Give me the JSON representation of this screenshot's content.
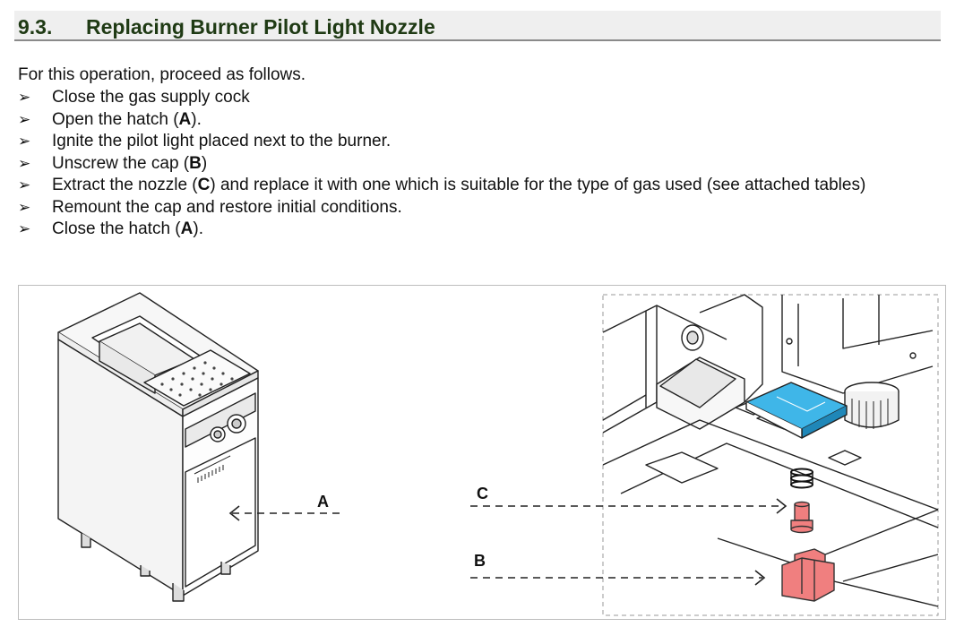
{
  "section": {
    "number": "9.3.",
    "title": "Replacing Burner Pilot Light Nozzle"
  },
  "intro": "For this operation, proceed as follows.",
  "bullet_glyph": "➢",
  "steps": [
    {
      "before": "Close the gas supply cock",
      "bold": "",
      "after": ""
    },
    {
      "before": "Open the hatch (",
      "bold": "A",
      "after": ")."
    },
    {
      "before": "Ignite the pilot light placed next to the burner.",
      "bold": "",
      "after": ""
    },
    {
      "before": "Unscrew the cap (",
      "bold": "B",
      "after": ")"
    },
    {
      "before": "Extract the nozzle (",
      "bold": "C",
      "after": ") and replace it with one which is suitable for the type of gas used (see attached tables)"
    },
    {
      "before": "Remount the cap and restore initial conditions.",
      "bold": "",
      "after": ""
    },
    {
      "before": "Close the hatch (",
      "bold": "A",
      "after": ")."
    }
  ],
  "figure": {
    "callouts": {
      "hatch": "A",
      "nozzle": "C",
      "cap": "B"
    },
    "colors": {
      "highlight_blue": "#3fb6e8",
      "highlight_red": "#f07f7f",
      "line": "#222222",
      "dash": "#888888"
    }
  }
}
